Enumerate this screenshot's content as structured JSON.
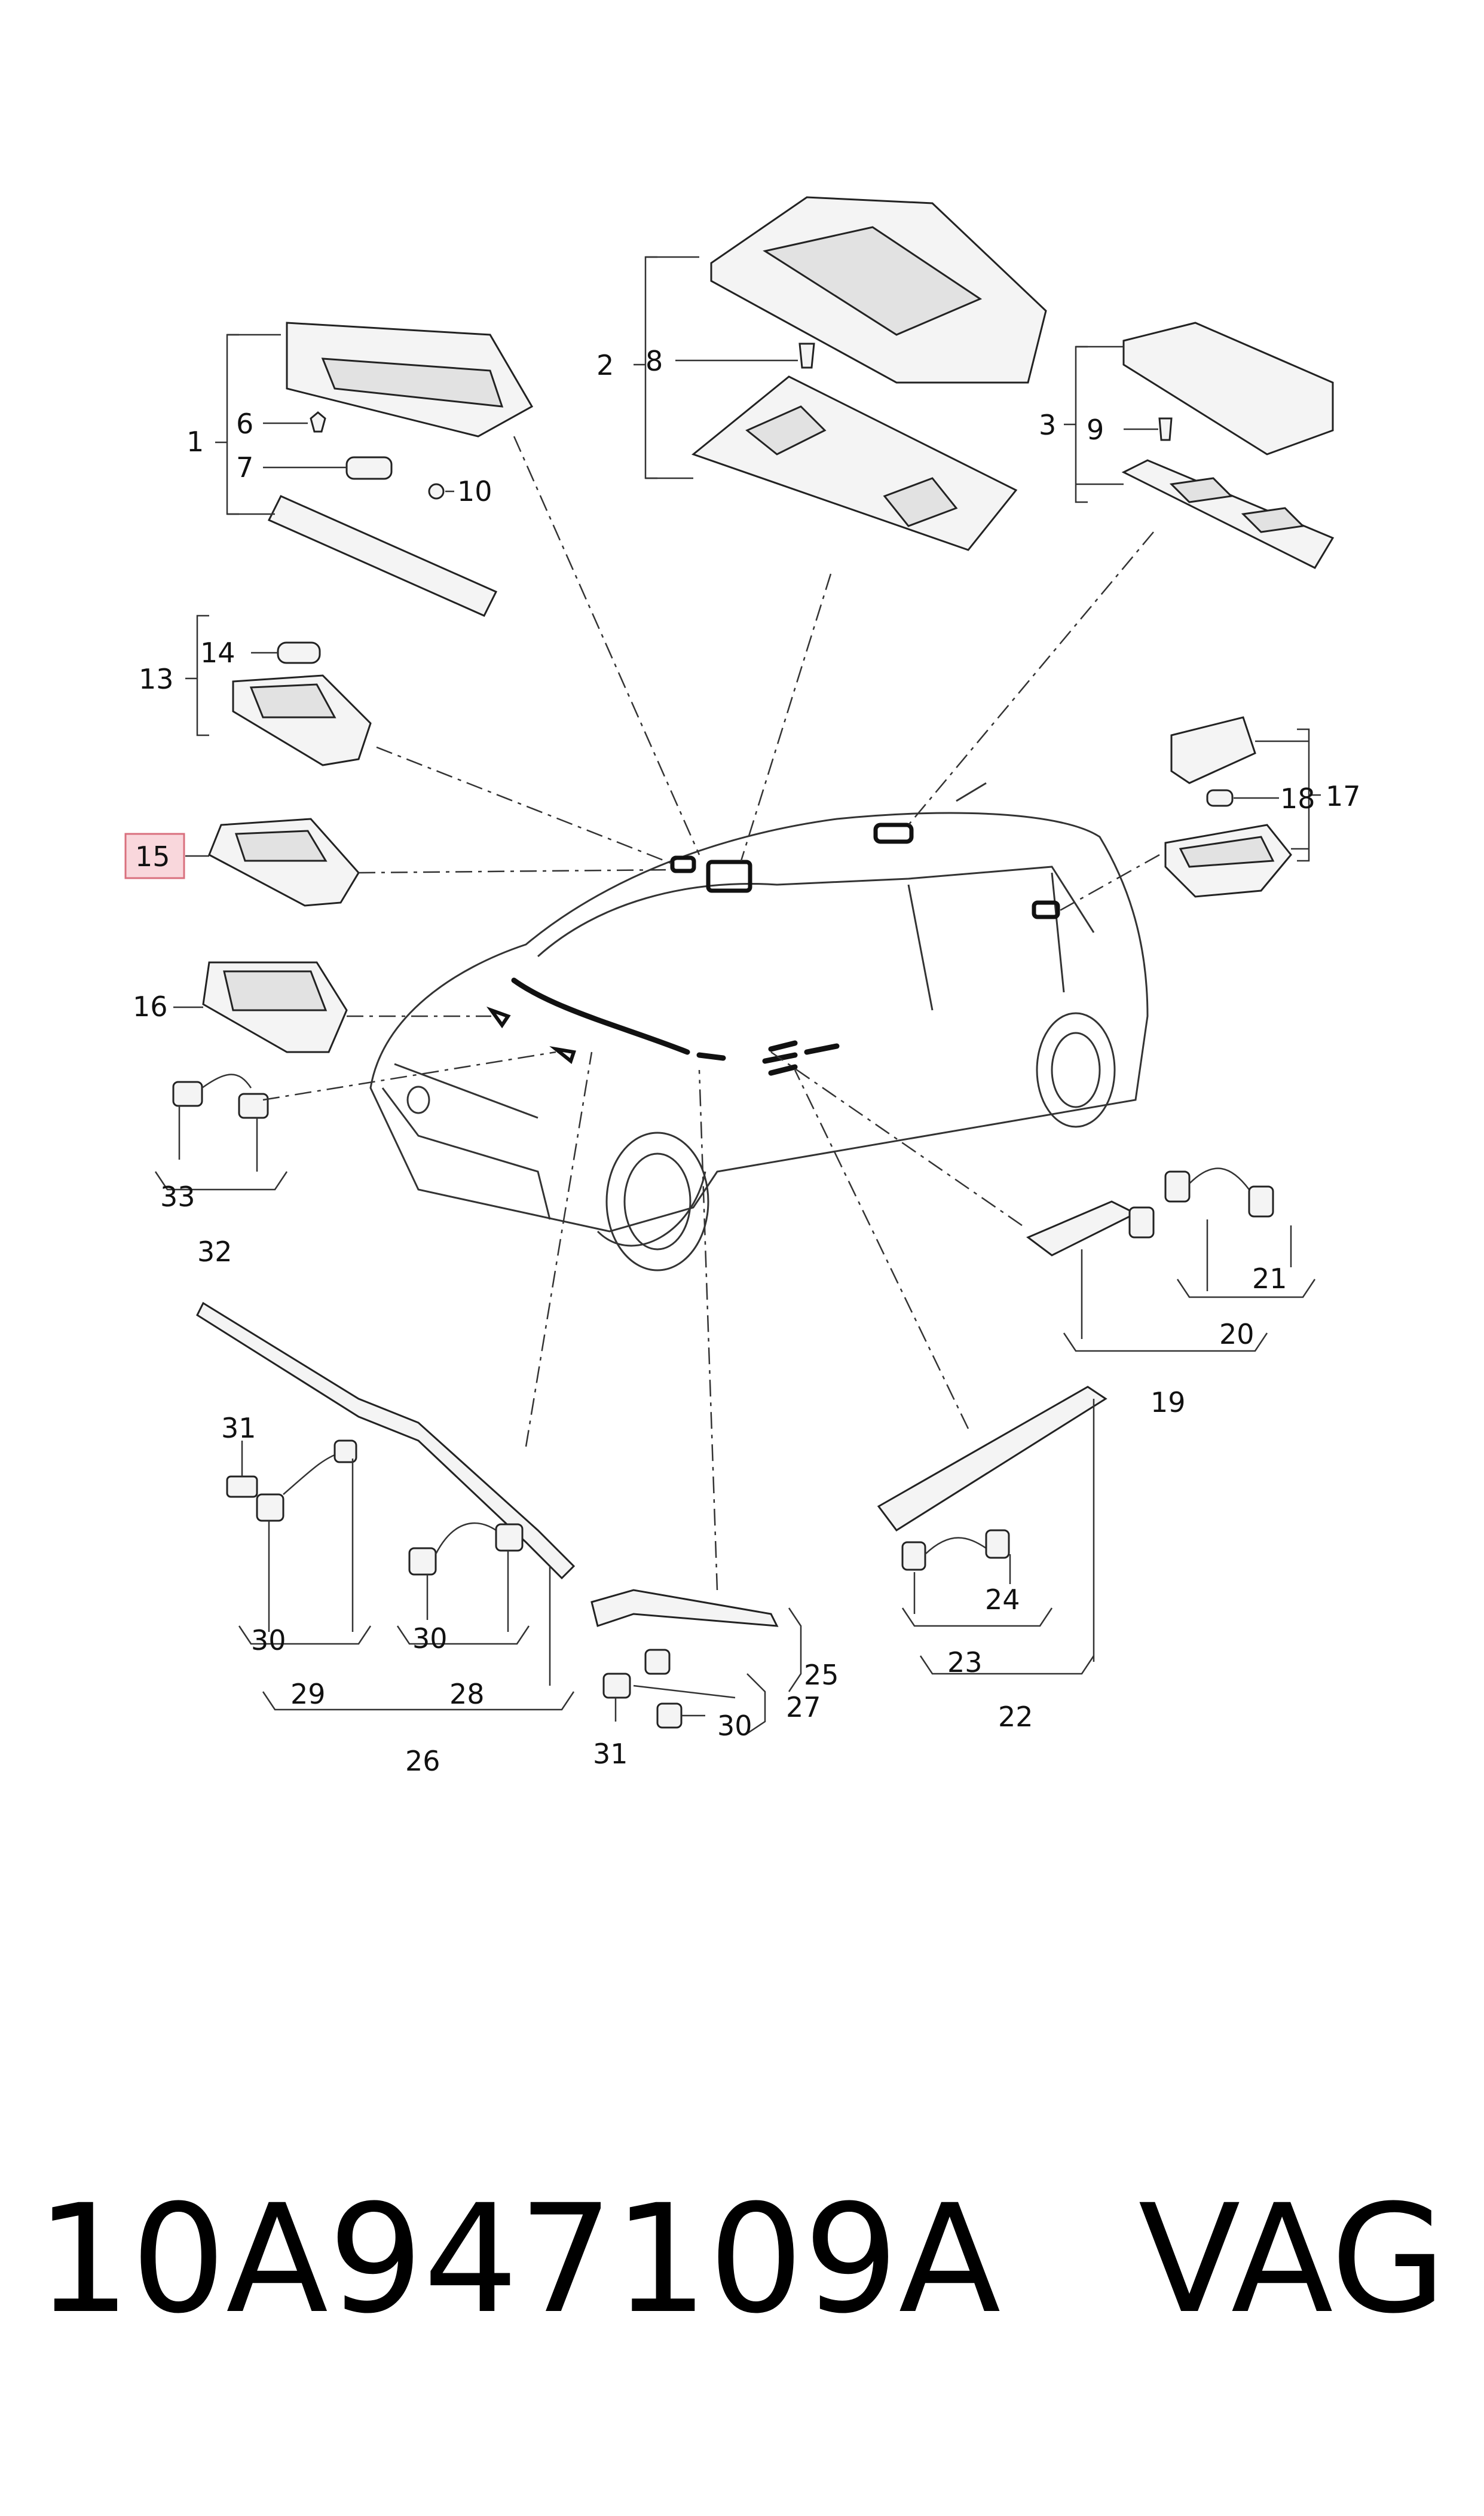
{
  "callouts": {
    "c1": "1",
    "c2": "2",
    "c3": "3",
    "c6": "6",
    "c7": "7",
    "c8": "8",
    "c9": "9",
    "c10": "10",
    "c13": "13",
    "c14": "14",
    "c15": "15",
    "c16": "16",
    "c17": "17",
    "c18": "18",
    "c19": "19",
    "c20": "20",
    "c21": "21",
    "c22": "22",
    "c23": "23",
    "c24": "24",
    "c25": "25",
    "c26": "26",
    "c27": "27",
    "c28": "28",
    "c29": "29",
    "c30a": "30",
    "c30b": "30",
    "c30c": "30",
    "c31a": "31",
    "c31b": "31",
    "c32": "32",
    "c33": "33"
  },
  "highlight": {
    "part": "15",
    "fill": "#f9d7dc",
    "stroke": "#d9707e"
  },
  "footer": {
    "part_number": "10A947109A",
    "brand": "VAG"
  }
}
